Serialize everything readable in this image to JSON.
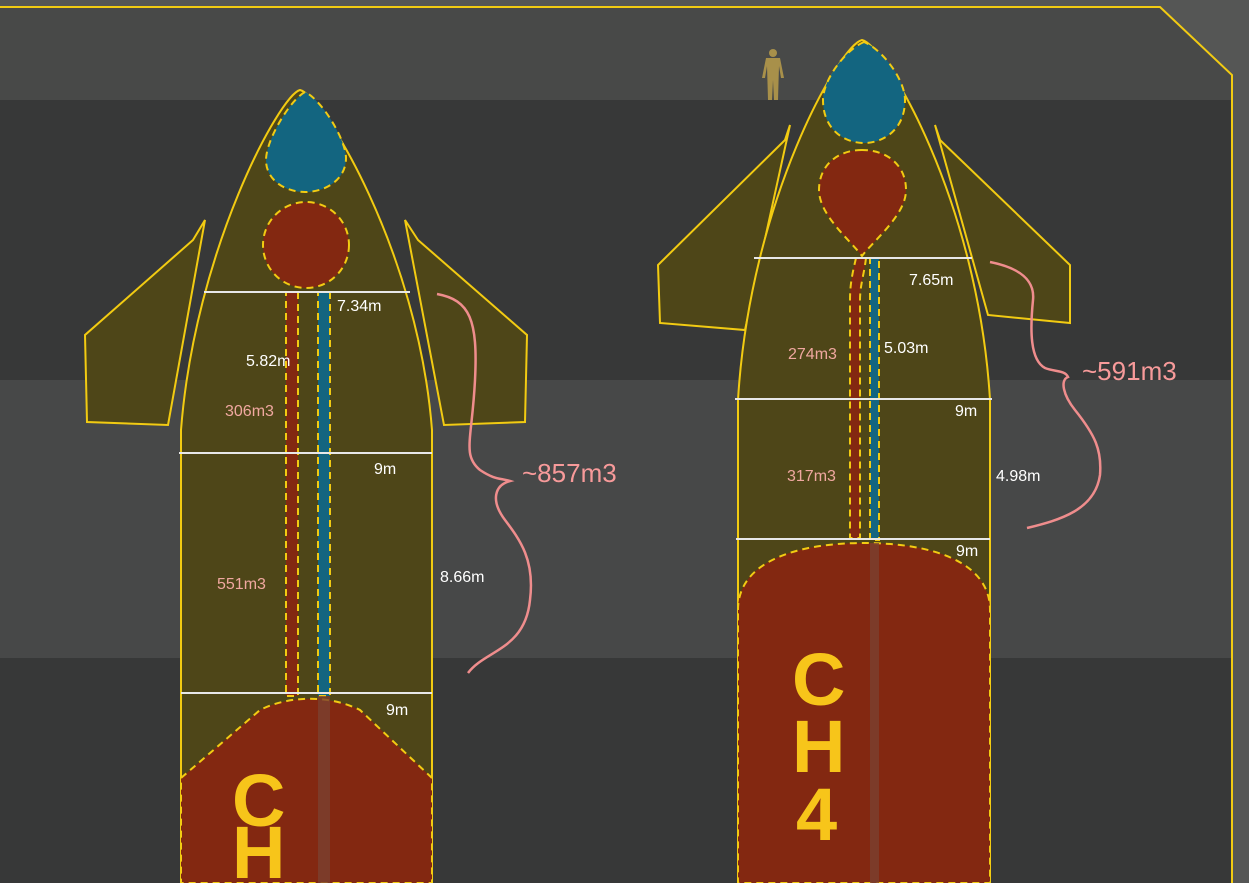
{
  "colors": {
    "hull": "#4e4618",
    "outline": "#f2cb12",
    "lox": "#136580",
    "methane": "#832811",
    "annotation": "#f79a9a"
  },
  "rocket_left": {
    "upper_width": "7.34m",
    "upper_height": "5.82m",
    "upper_volume": "306m3",
    "mid_width": "9m",
    "lower_height": "8.66m",
    "lower_volume": "551m3",
    "bottom_width": "9m",
    "total_volume": "~857m3",
    "tank_label": [
      "C",
      "H"
    ]
  },
  "rocket_right": {
    "upper_width": "7.65m",
    "upper_height": "5.03m",
    "upper_volume": "274m3",
    "mid_width": "9m",
    "lower_height": "4.98m",
    "lower_volume": "317m3",
    "bottom_width": "9m",
    "total_volume": "~591m3",
    "tank_label": [
      "C",
      "H",
      "4"
    ]
  },
  "icons": [
    "human-scale-figure-icon"
  ]
}
